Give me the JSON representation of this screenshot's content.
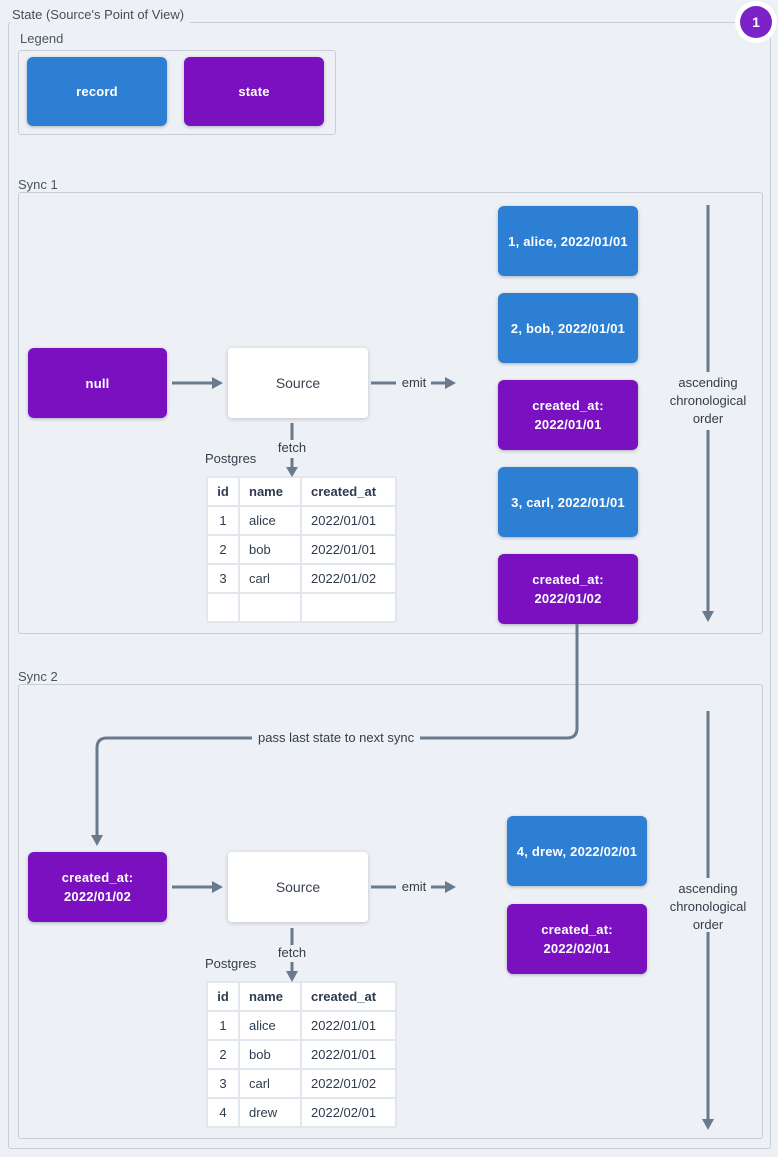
{
  "page": {
    "title": "State (Source's Point of View)",
    "badge": "1"
  },
  "colors": {
    "record_blue": "#2d7fd4",
    "state_purple": "#7a10bf",
    "badge_purple": "#7b22c8",
    "arrow_gray": "#6a7a8e",
    "background": "#edf0f4"
  },
  "legend": {
    "label": "Legend",
    "record_label": "record",
    "state_label": "state"
  },
  "sync1": {
    "label": "Sync 1",
    "input_state": {
      "line1": "null",
      "line2": ""
    },
    "source": "Source",
    "emit": "emit",
    "fetch": "fetch",
    "db": "Postgres",
    "order": {
      "line1": "ascending",
      "line2": "chronological",
      "line3": "order"
    },
    "emitted": [
      {
        "type": "record",
        "line1": "1, alice, 2022/01/01",
        "line2": ""
      },
      {
        "type": "record",
        "line1": "2, bob, 2022/01/01",
        "line2": ""
      },
      {
        "type": "state",
        "line1": "created_at:",
        "line2": "2022/01/01"
      },
      {
        "type": "record",
        "line1": "3, carl, 2022/01/01",
        "line2": ""
      },
      {
        "type": "state",
        "line1": "created_at:",
        "line2": "2022/01/02"
      }
    ],
    "table": {
      "headers": [
        "id",
        "name",
        "created_at"
      ],
      "rows": [
        [
          "1",
          "alice",
          "2022/01/01"
        ],
        [
          "2",
          "bob",
          "2022/01/01"
        ],
        [
          "3",
          "carl",
          "2022/01/02"
        ],
        [
          "",
          "",
          ""
        ]
      ]
    }
  },
  "connector": {
    "label": "pass last state to next sync"
  },
  "sync2": {
    "label": "Sync 2",
    "input_state": {
      "line1": "created_at:",
      "line2": "2022/01/02"
    },
    "source": "Source",
    "emit": "emit",
    "fetch": "fetch",
    "db": "Postgres",
    "order": {
      "line1": "ascending",
      "line2": "chronological",
      "line3": "order"
    },
    "emitted": [
      {
        "type": "record",
        "line1": "4, drew, 2022/02/01",
        "line2": ""
      },
      {
        "type": "state",
        "line1": "created_at:",
        "line2": "2022/02/01"
      }
    ],
    "table": {
      "headers": [
        "id",
        "name",
        "created_at"
      ],
      "rows": [
        [
          "1",
          "alice",
          "2022/01/01"
        ],
        [
          "2",
          "bob",
          "2022/01/01"
        ],
        [
          "3",
          "carl",
          "2022/01/02"
        ],
        [
          "4",
          "drew",
          "2022/02/01"
        ]
      ]
    }
  }
}
